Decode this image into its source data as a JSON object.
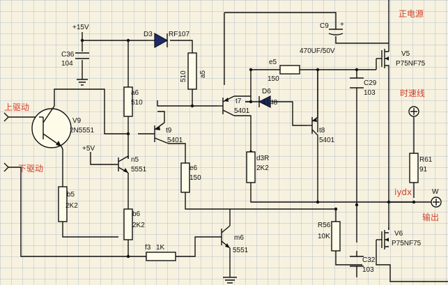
{
  "colors": {
    "wire": "#111111",
    "label_red": "#d0402a",
    "background": "#f7f2df",
    "grid": "#96a5c8",
    "diode_fill": "#1e2a6e"
  },
  "labels": {
    "plus15v": "+15V",
    "d3": "D3",
    "rf107": "RF107",
    "c9": "C9",
    "c9_value": "470UF/50V",
    "c9_pol": "+",
    "zheng_dianyuan": "正电源",
    "c36": "C36",
    "c36_value": "104",
    "r510_vert": "510",
    "a5": "a5",
    "e5": "e5",
    "e5_value": "150",
    "v5": "V5",
    "v5_value": "P75NF75",
    "c29": "C29",
    "c29_value": "103",
    "a6": "a6",
    "a6_value": "510",
    "t7": "t7",
    "t7_value": "5401",
    "d6": "D6",
    "d6_value": "4148",
    "shisu_xian": "时速线",
    "shang_qudong": "上驱动",
    "v9": "V9",
    "v9_value": "2N5551",
    "t9": "t9",
    "t9_value": "5401",
    "t8": "t8",
    "t8_value": "5401",
    "plus5v": "+5V",
    "n5": "n5",
    "n5_value": "5551",
    "xia_qudong": "下驱动",
    "d3r": "d3R",
    "d3r_value": "2K2",
    "e6": "e6",
    "e6_value": "150",
    "r61": "R61",
    "r61_value": "91",
    "iydx": "iydx",
    "w": "W",
    "shuchu": "输出",
    "b5": "b5",
    "b5_value": "2K2",
    "b6": "b6",
    "b6_value": "2K2",
    "r56": "R56",
    "r56_value": "10K",
    "v6": "V6",
    "v6_value": "P75NF75",
    "m6": "m6",
    "m6_value": "5551",
    "f3": "f3",
    "f3_value": "1K",
    "c32": "C32",
    "c32_value": "103"
  }
}
